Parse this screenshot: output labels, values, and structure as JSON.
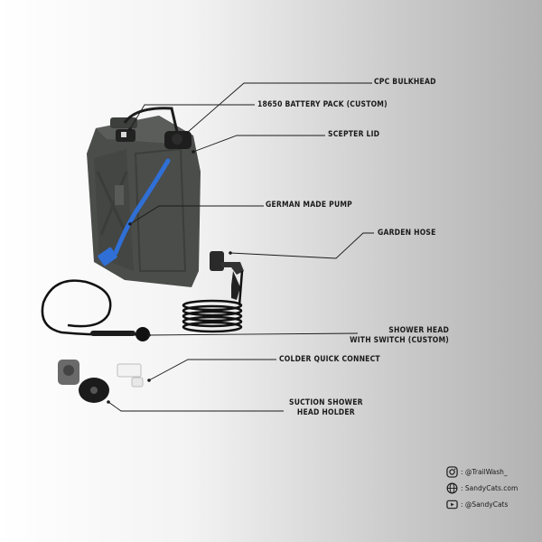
{
  "labels": {
    "cpc": "CPC BULKHEAD",
    "battery": "18650 BATTERY PACK (CUSTOM)",
    "lid": "SCEPTER LID",
    "pump": "GERMAN MADE PUMP",
    "hose": "GARDEN HOSE",
    "shower_line1": "SHOWER HEAD",
    "shower_line2": "WITH SWITCH (CUSTOM)",
    "colder": "COLDER QUICK CONNECT",
    "suction_line1": "SUCTION SHOWER",
    "suction_line2": "HEAD HOLDER"
  },
  "social": {
    "instagram": ": @TrailWash_",
    "website": ": SandyCats.com",
    "youtube": ": @SandyCats"
  },
  "icons": [
    "instagram-icon",
    "globe-icon",
    "youtube-icon"
  ],
  "colors": {
    "can": "#4a4d4a",
    "blue_tube": "#2f6fd6",
    "leader": "#1a1a1a"
  }
}
